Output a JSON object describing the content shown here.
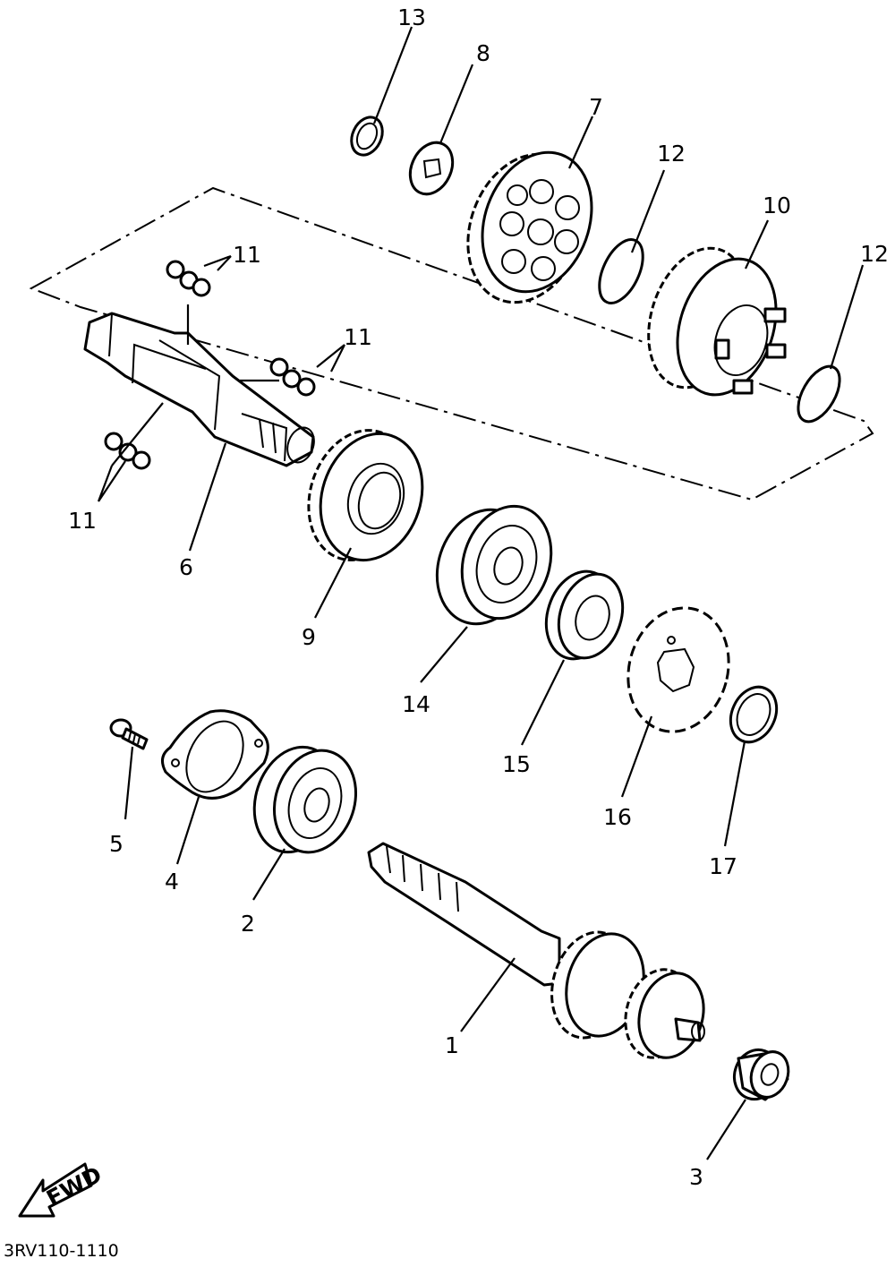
{
  "diagram": {
    "code": "3RV110-1110",
    "fwd_label": "FWD",
    "callouts": {
      "p1": "1",
      "p2": "2",
      "p3": "3",
      "p4": "4",
      "p5": "5",
      "p6": "6",
      "p7": "7",
      "p8": "8",
      "p9": "9",
      "p10": "10",
      "p11a": "11",
      "p11b": "11",
      "p11c": "11",
      "p12a": "12",
      "p12b": "12",
      "p13": "13",
      "p14": "14",
      "p15": "15",
      "p16": "16",
      "p17": "17"
    }
  }
}
